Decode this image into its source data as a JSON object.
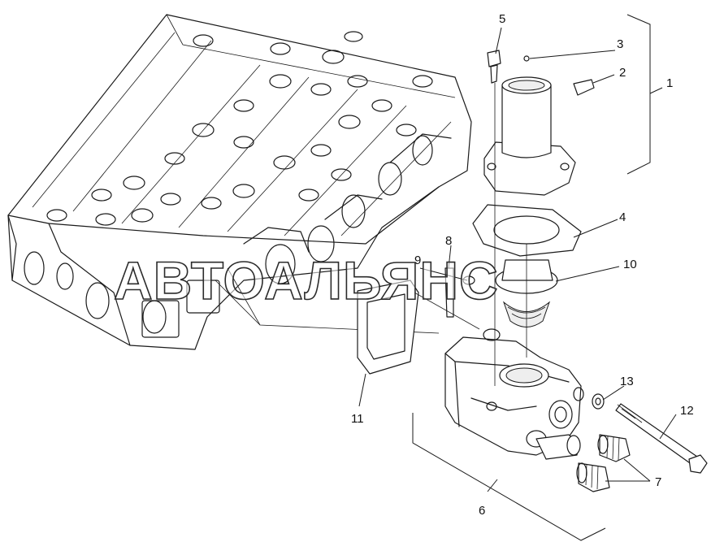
{
  "diagram": {
    "watermark": "АВТОАЛЬЯНС",
    "callouts": [
      {
        "id": "c1",
        "label": "1"
      },
      {
        "id": "c2",
        "label": "2"
      },
      {
        "id": "c3",
        "label": "3"
      },
      {
        "id": "c4",
        "label": "4"
      },
      {
        "id": "c5",
        "label": "5"
      },
      {
        "id": "c6",
        "label": "6"
      },
      {
        "id": "c7",
        "label": "7"
      },
      {
        "id": "c8",
        "label": "8"
      },
      {
        "id": "c9",
        "label": "9"
      },
      {
        "id": "c10",
        "label": "10"
      },
      {
        "id": "c11",
        "label": "11"
      },
      {
        "id": "c12",
        "label": "12"
      },
      {
        "id": "c13",
        "label": "13"
      }
    ]
  }
}
